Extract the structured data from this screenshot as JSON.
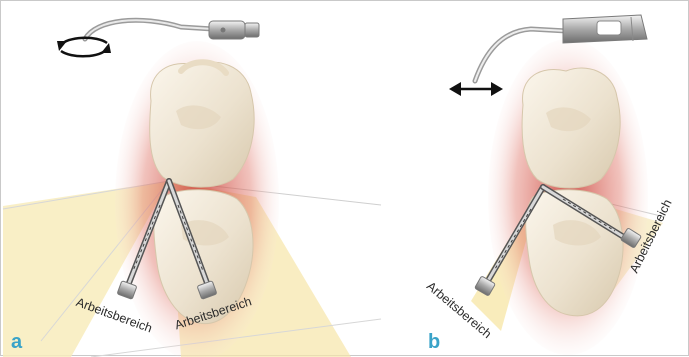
{
  "panels": [
    {
      "letter": "a",
      "working_area_labels": [
        "Arbeitsbereich",
        "Arbeitsbereich"
      ],
      "motion": "rotational"
    },
    {
      "letter": "b",
      "working_area_labels": [
        "Arbeitsbereich",
        "Arbeitsbereich"
      ],
      "motion": "linear back-and-forth"
    }
  ],
  "colors": {
    "panel_letter": "#3aa3c8",
    "gum_red": "#d9443a",
    "working_zone_yellow": "#f6e6a8",
    "tooth_enamel": "#efe6d6"
  },
  "icons": [
    "rotation-arrows-icon",
    "double-headed-arrow-icon"
  ]
}
